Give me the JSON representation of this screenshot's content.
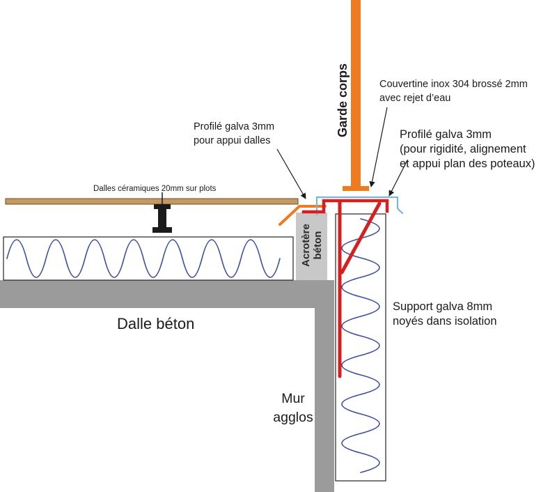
{
  "diagram": {
    "labels": {
      "garde_corps": "Garde corps",
      "couvertine_lines": [
        "Couvertine inox 304 brossé 2mm",
        "avec rejet d’eau"
      ],
      "profile_appui_lines": [
        "Profilé galva 3mm",
        "pour appui dalles"
      ],
      "profile_rigidite_lines": [
        "Profilé galva 3mm",
        "(pour rigidité, alignement",
        "et appui plan des poteaux)"
      ],
      "dalles_ceramiques": "Dalles céramiques 20mm sur plots",
      "acrotere_lines": [
        "Acrotère",
        "béton"
      ],
      "dalle_beton": "Dalle béton",
      "support_galva_lines": [
        "Support galva 8mm",
        "noyés dans isolation"
      ],
      "mur_lines": [
        "Mur",
        "agglos"
      ]
    },
    "colors": {
      "post_orange": "#ED7B21",
      "profile_red": "#D42020",
      "couvertine_blue": "#7FB2D8",
      "insulation_blue": "#3D4DA0",
      "tile_tan": "#C49A62",
      "tile_edge": "#6B4A26",
      "concrete_gray": "#9B9B9B",
      "acrotere_gray": "#C8C8C8",
      "plot_black": "#1B1B1B",
      "text": "#1A1A1A"
    }
  }
}
